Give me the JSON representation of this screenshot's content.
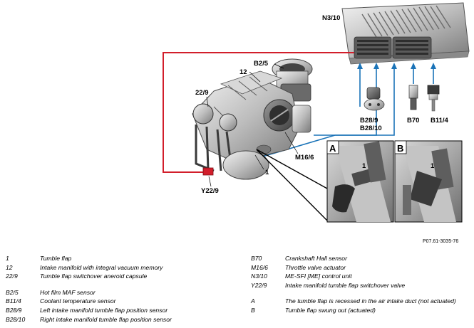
{
  "figure": {
    "reference_code": "P07.61-3035-76",
    "labels": {
      "ecu": "N3/10",
      "maf": "B2/5",
      "manifold": "12",
      "aneroid": "22/9",
      "left_sensor": "B28/9",
      "right_sensor": "B28/10",
      "crank": "B70",
      "coolant": "B11/4",
      "throttle": "M16/6",
      "flap": "1",
      "valve": "Y22/9",
      "panel_a": "A",
      "panel_b": "B",
      "panel_a_flap": "1",
      "panel_b_flap": "1"
    }
  },
  "legend_left": [
    {
      "key": "1",
      "text": "Tumble flap"
    },
    {
      "key": "12",
      "text": "Intake manifold with integral vacuum memory"
    },
    {
      "key": "22/9",
      "text": "Tumble flap switchover aneroid capsule"
    },
    {
      "key": "B2/5",
      "text": "Hot film MAF sensor"
    },
    {
      "key": "B11/4",
      "text": "Coolant temperature sensor"
    },
    {
      "key": "B28/9",
      "text": "Left intake manifold tumble flap position sensor"
    },
    {
      "key": "B28/10",
      "text": "Right intake manifold tumble flap position sensor"
    }
  ],
  "legend_right": [
    {
      "key": "B70",
      "text": "Crankshaft Hall sensor"
    },
    {
      "key": "M16/6",
      "text": "Throttle valve actuator"
    },
    {
      "key": "N3/10",
      "text": "ME-SFI [ME] control unit"
    },
    {
      "key": "Y22/9",
      "text": "Intake manifold tumble flap switchover valve"
    },
    {
      "key": "A",
      "text": "The tumble flap is recessed in the air intake duct (not actuated)"
    },
    {
      "key": "B",
      "text": "Tumble flap swung out (actuated)"
    }
  ],
  "colors": {
    "red_line": "#d21e2b",
    "blue_line": "#1a73b8",
    "ecu_body": "#c9c9c9",
    "connector": "#5b5b5b"
  }
}
